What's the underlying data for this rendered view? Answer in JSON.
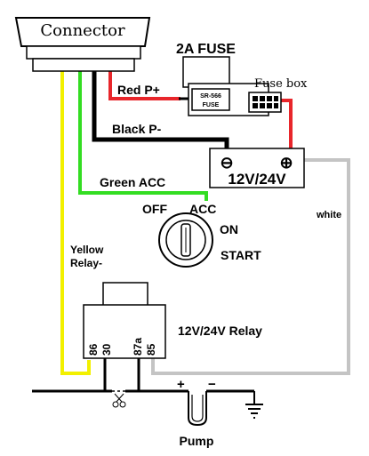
{
  "connector": {
    "label": "Connector"
  },
  "fuse": {
    "title": "2A FUSE",
    "body_line1": "SR-566",
    "body_line2": "FUSE",
    "box_label": "Fuse box"
  },
  "battery": {
    "voltage": "12V/24V",
    "negative_symbol": "⊖",
    "positive_symbol": "⊕"
  },
  "wires": {
    "red": {
      "label": "Red P+",
      "color": "#e8262b"
    },
    "black": {
      "label": "Black P-",
      "color": "#000000"
    },
    "green": {
      "label": "Green ACC",
      "color": "#33dd22"
    },
    "yellow": {
      "label_line1": "Yellow",
      "label_line2": "Relay-",
      "color": "#f2f000"
    },
    "white": {
      "label": "white",
      "color": "#c4c4c4"
    }
  },
  "ignition": {
    "off": "OFF",
    "acc": "ACC",
    "on": "ON",
    "start": "START"
  },
  "relay": {
    "label": "12V/24V Relay",
    "pins": [
      "86",
      "30",
      "87a",
      "85"
    ]
  },
  "pump": {
    "label": "Pump",
    "plus": "+",
    "minus": "−"
  },
  "scissors": {
    "icon": "scissors-icon"
  }
}
